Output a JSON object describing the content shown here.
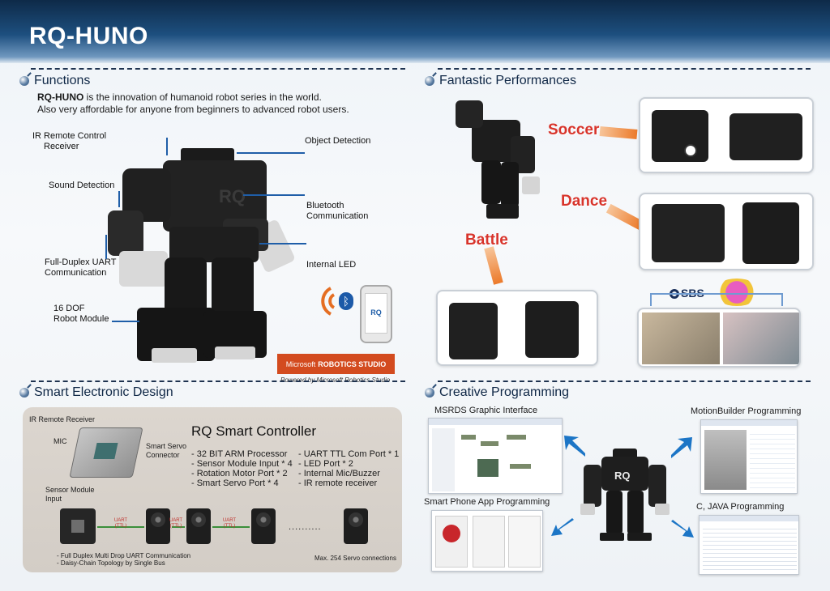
{
  "banner": {
    "title": "RQ-HUNO"
  },
  "functions": {
    "title": "Functions",
    "intro_product": "RQ-HUNO",
    "intro_line1_rest": " is the innovation of humanoid robot series in the world.",
    "intro_line2": "Also very affordable for anyone from beginners to advanced robot users.",
    "callouts": {
      "ir_remote": "IR Remote Control",
      "ir_remote2": "Receiver",
      "sound": "Sound Detection",
      "uart": "Full-Duplex UART",
      "uart2": "Communication",
      "dof": "16 DOF",
      "dof2": "Robot Module",
      "object": "Object Detection",
      "bluetooth": "Bluetooth",
      "bluetooth2": "Communication",
      "led": "Internal LED"
    },
    "ms_badge_brand": "Microsoft",
    "ms_badge_product": "ROBOTICS STUDIO",
    "powered_by": "Powered by Microsoft Robotics Studio",
    "phone_logo": "RQ"
  },
  "performances": {
    "title": "Fantastic Performances",
    "soccer": "Soccer",
    "dance": "Dance",
    "battle": "Battle",
    "sbs_logo": "SBS"
  },
  "smart_design": {
    "title": "Smart Electronic Design",
    "board_labels": {
      "ir": "IR Remote Receiver",
      "mic": "MIC",
      "servo_connector": "Smart Servo",
      "servo_connector2": "Connector",
      "sensor": "Sensor Module",
      "sensor2": "Input"
    },
    "controller_title": "RQ Smart Controller",
    "specs_left": [
      "- 32 BIT ARM Processor",
      "- Sensor Module Input * 4",
      "- Rotation Motor Port * 2",
      "- Smart Servo Port * 4"
    ],
    "specs_right": [
      "- UART TTL Com Port * 1",
      "- LED Port * 2",
      "- Internal Mic/Buzzer",
      "- IR remote receiver"
    ],
    "uart_label": "UART",
    "ttl_label": "(TTL)",
    "dots": "..........",
    "notes": [
      "- Full Duplex Multi Drop UART Communication",
      "- Daisy-Chain Topology by Single Bus"
    ],
    "max_servo": "Max. 254 Servo connections"
  },
  "programming": {
    "title": "Creative Programming",
    "msrds": "MSRDS Graphic Interface",
    "motionbuilder": "MotionBuilder Programming",
    "smartphone": "Smart Phone App Programming",
    "cjava": "C, JAVA Programming"
  },
  "colors": {
    "banner": "#1d4f7f",
    "accent_red": "#d8342b",
    "accent_orange": "#ec7a2a",
    "callout_blue": "#1f5ea8"
  }
}
